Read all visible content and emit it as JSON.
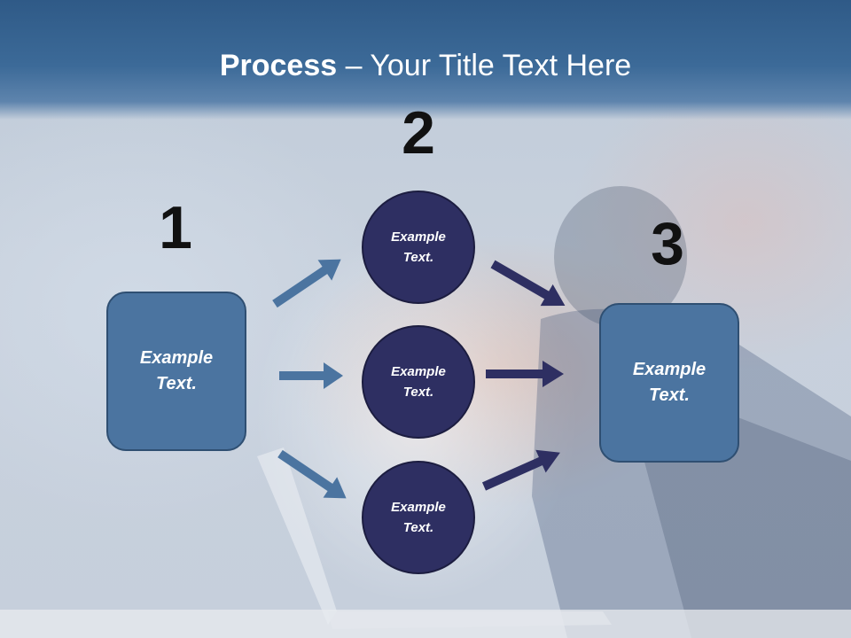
{
  "title": {
    "bold": "Process",
    "rest": " – Your Title Text Here"
  },
  "steps": [
    {
      "number": "1",
      "boxes": [
        "Example Text."
      ]
    },
    {
      "number": "2",
      "circles": [
        "Example Text.",
        "Example Text.",
        "Example Text."
      ]
    },
    {
      "number": "3",
      "boxes": [
        "Example Text."
      ]
    }
  ],
  "colors": {
    "header": "#3c6a98",
    "box_fill": "#4b74a0",
    "circle_fill": "#2e2f62",
    "arrow_light": "#4b74a0",
    "arrow_dark": "#2e2f62",
    "number_text": "#111111"
  }
}
